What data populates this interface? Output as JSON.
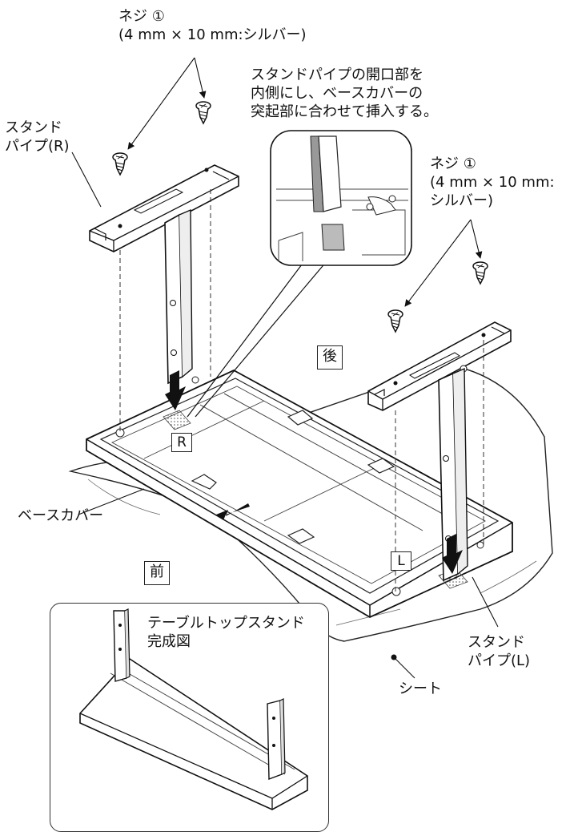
{
  "labels": {
    "screw_top_line1": "ネジ ①",
    "screw_top_line2": "(4 mm × 10 mm:シルバー)",
    "instruction": [
      "スタンドパイプの開口部を",
      "内側にし、ベースカバーの",
      "突起部に合わせて挿入する。"
    ],
    "stand_pipe_r": [
      "スタンド",
      "パイプ(R)"
    ],
    "screw_right_line1": "ネジ ①",
    "screw_right_line2": "(4 mm × 10 mm:",
    "screw_right_line3": "シルバー)",
    "back": "後",
    "front": "前",
    "base_cover": "ベースカバー",
    "stand_pipe_l": [
      "スタンド",
      "パイプ(L)"
    ],
    "sheet": "シート",
    "completed": [
      "テーブルトップスタンド",
      "完成図"
    ],
    "mark_r": "R",
    "mark_l": "L"
  }
}
